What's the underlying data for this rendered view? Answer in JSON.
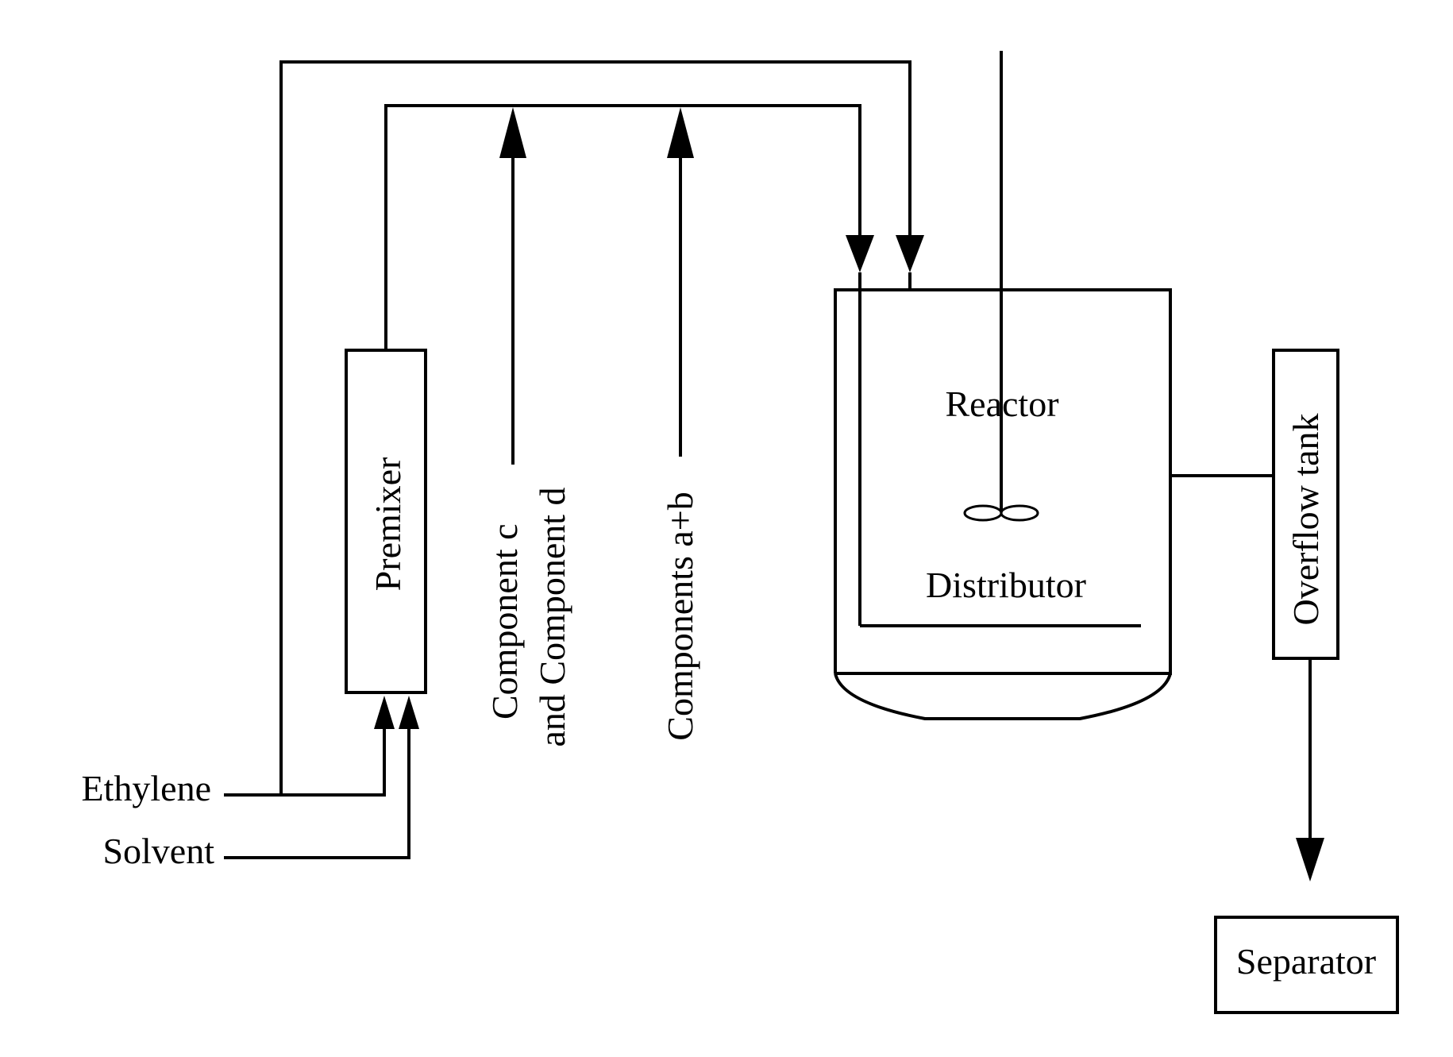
{
  "colors": {
    "line": "#000000",
    "background": "#ffffff"
  },
  "labels": {
    "ethylene": "Ethylene",
    "solvent": "Solvent",
    "premixer": "Premixer",
    "component_cd_line1": "Component c",
    "component_cd_line2": "and Component d",
    "components_ab": "Components a+b",
    "reactor": "Reactor",
    "distributor": "Distributor",
    "overflow_tank": "Overflow tank",
    "separator": "Separator"
  }
}
